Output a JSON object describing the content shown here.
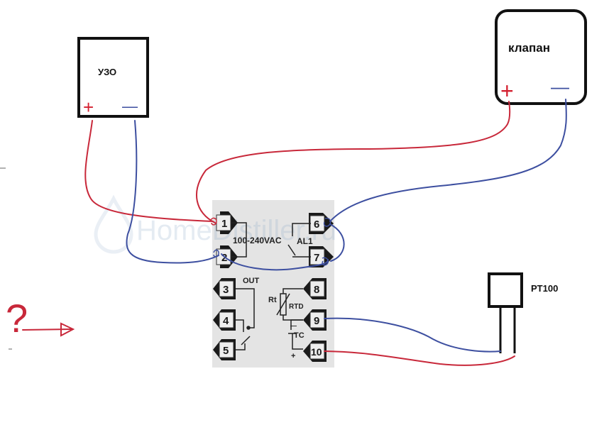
{
  "boxes": {
    "uzo": {
      "label": "УЗО",
      "plus": "+",
      "minus": "—"
    },
    "valve": {
      "label": "клапан",
      "plus": "+",
      "minus": "—"
    },
    "sensor": {
      "label": "PT100"
    }
  },
  "controller": {
    "voltage": "100-240VAC",
    "alarm": "AL1",
    "out": "OUT",
    "rt": "Rt",
    "rtd": "RTD",
    "tc": "TC",
    "tc_minus": "—",
    "tc_plus": "+",
    "watermark": "HomeDistiller.ru",
    "terminals": [
      "1",
      "2",
      "3",
      "4",
      "5",
      "6",
      "7",
      "8",
      "9",
      "10"
    ]
  },
  "annotations": {
    "question": "?"
  },
  "colors": {
    "red_wire": "#c8283a",
    "blue_wire": "#3d4fa0",
    "panel": "#e4e4e4",
    "box_border": "#111111"
  }
}
